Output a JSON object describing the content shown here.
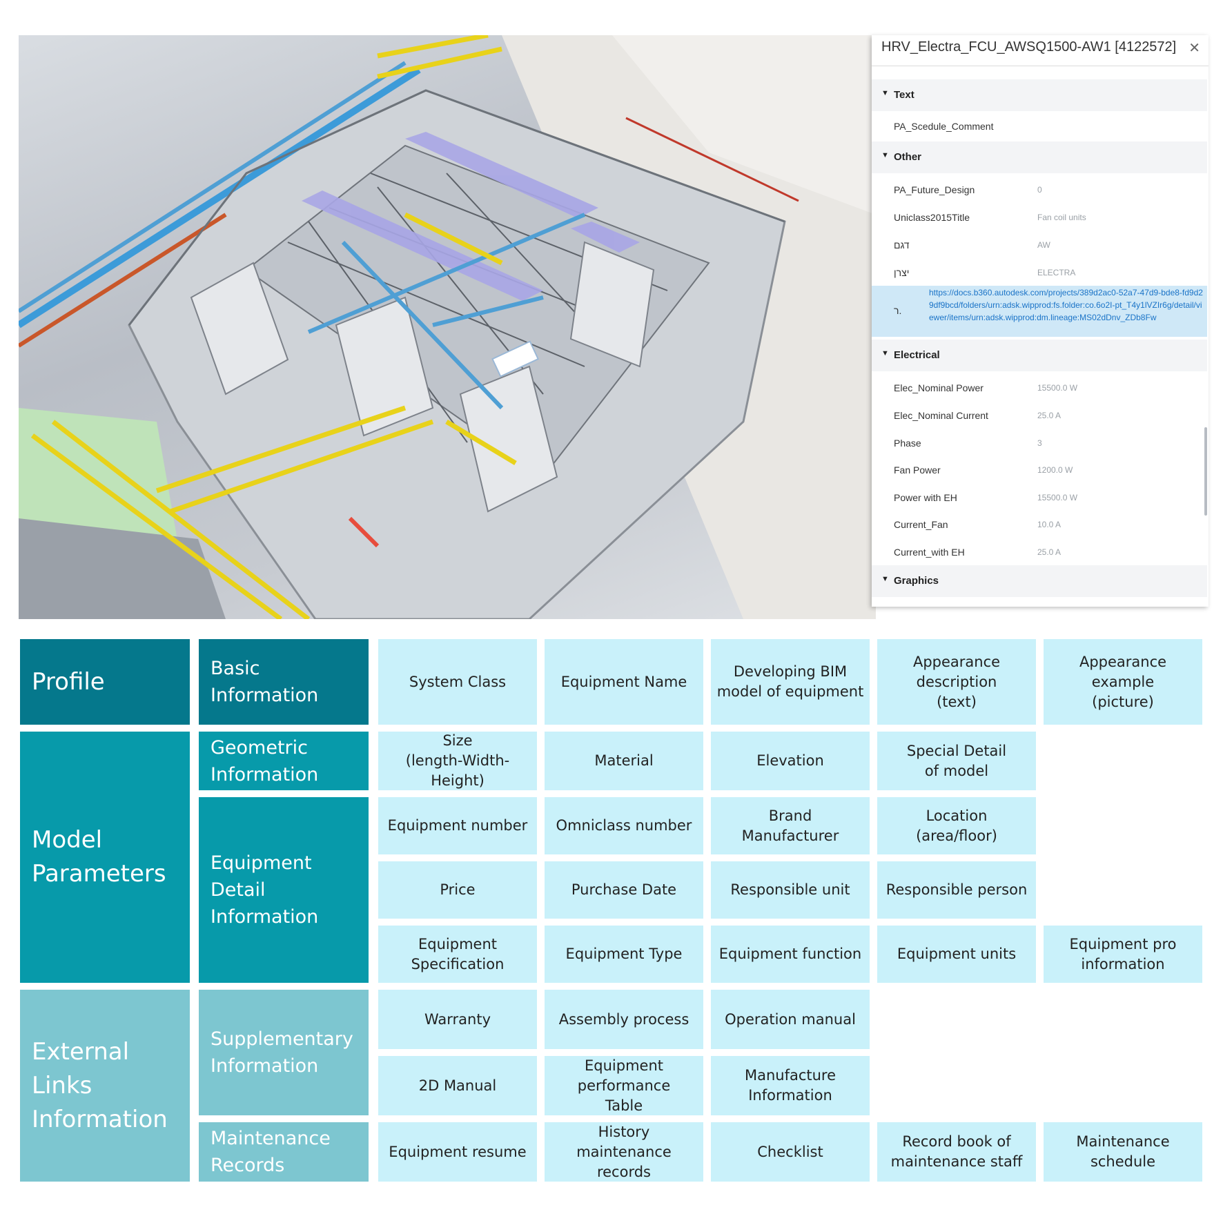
{
  "panel": {
    "title": "HRV_Electra_FCU_AWSQ1500-AW1 [4122572]",
    "close_icon": "close-icon",
    "sections": {
      "text": {
        "label": "Text",
        "rows": [
          {
            "key": "PA_Scedule_Comment",
            "value": ""
          }
        ]
      },
      "other": {
        "label": "Other",
        "rows": [
          {
            "key": "PA_Future_Design",
            "value": "0"
          },
          {
            "key": "Uniclass2015Title",
            "value": "Fan coil units"
          },
          {
            "key": "דגם",
            "value": "AW"
          },
          {
            "key": "יצרן",
            "value": "ELECTRA"
          },
          {
            "key": "ר.",
            "value": "https://docs.b360.autodesk.com/projects/389d2ac0-52a7-47d9-bde8-fd9d29df9bcd/folders/urn:adsk.wipprod:fs.folder:co.6o2I-pt_T4y1lVZIr6g/detail/viewer/items/urn:adsk.wipprod:dm.lineage:MS02dDnv_ZDb8Fw"
          }
        ]
      },
      "electrical": {
        "label": "Electrical",
        "rows": [
          {
            "key": "Elec_Nominal Power",
            "value": "15500.0 W"
          },
          {
            "key": "Elec_Nominal Current",
            "value": "25.0 A"
          },
          {
            "key": "Phase",
            "value": "3"
          },
          {
            "key": "Fan Power",
            "value": "1200.0 W"
          },
          {
            "key": "Power with EH",
            "value": "15500.0 W"
          },
          {
            "key": "Current_Fan",
            "value": "10.0 A"
          },
          {
            "key": "Current_with EH",
            "value": "25.0 A"
          }
        ]
      },
      "graphics": {
        "label": "Graphics"
      }
    }
  },
  "table": {
    "profile": {
      "label": "Profile",
      "basic": {
        "label": "Basic\nInformation",
        "cells": [
          "System Class",
          "Equipment Name",
          "Developing BIM\nmodel of equipment",
          "Appearance\ndescription\n(text)",
          "Appearance\nexample\n(picture)"
        ]
      }
    },
    "model": {
      "label": "Model\nParameters",
      "geometric": {
        "label": "Geometric\nInformation",
        "cells": [
          "Size\n(length-Width-Height)",
          "Material",
          "Elevation",
          "Special Detail\nof model"
        ]
      },
      "detail": {
        "label": "Equipment\nDetail\nInformation",
        "row1": [
          "Equipment number",
          "Omniclass number",
          "Brand\nManufacturer",
          "Location\n(area/floor)"
        ],
        "row2": [
          "Price",
          "Purchase Date",
          "Responsible unit",
          "Responsible person"
        ],
        "row3": [
          "Equipment\nSpecification",
          "Equipment Type",
          "Equipment function",
          "Equipment units",
          "Equipment pro\ninformation"
        ]
      }
    },
    "external": {
      "label": "External\nLinks\nInformation",
      "supplementary": {
        "label": "Supplementary\nInformation",
        "row1": [
          "Warranty",
          "Assembly process",
          "Operation manual"
        ],
        "row2": [
          "2D Manual",
          "Equipment\nperformance\nTable",
          "Manufacture\nInformation"
        ]
      },
      "maintenance": {
        "label": "Maintenance\nRecords",
        "cells": [
          "Equipment resume",
          "History\nmaintenance\nrecords",
          "Checklist",
          "Record book of\nmaintenance staff",
          "Maintenance\nschedule"
        ]
      }
    }
  }
}
